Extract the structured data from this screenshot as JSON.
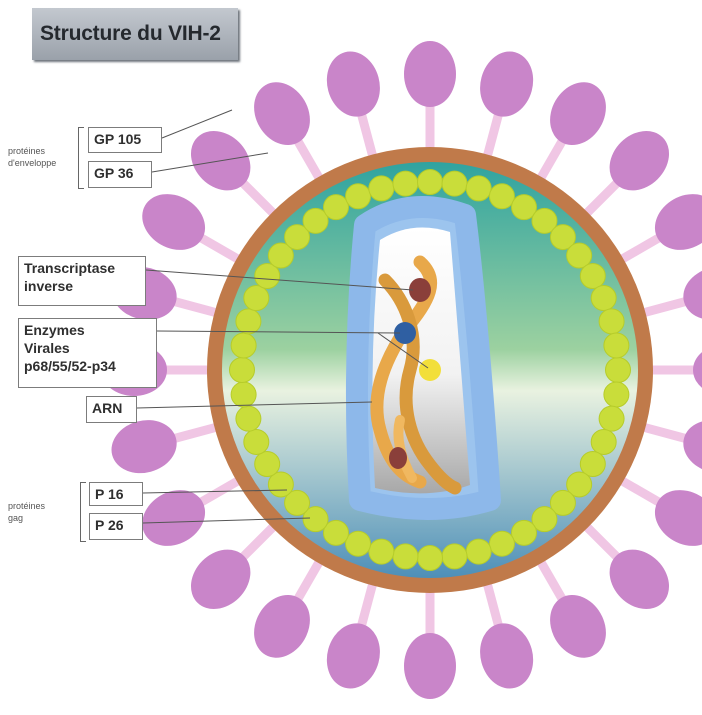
{
  "title": "Structure du VIH-2",
  "groups": {
    "envelope": [
      "protéines",
      "d'enveloppe"
    ],
    "gag": [
      "protéines",
      "gag"
    ]
  },
  "labels": {
    "gp105": "GP 105",
    "gp36": "GP 36",
    "rt": [
      "Transcriptase",
      "inverse"
    ],
    "enzymes": [
      "Enzymes",
      "Virales",
      "p68/55/52-p34"
    ],
    "arn": "ARN",
    "p16": "P 16",
    "p26": "P 26"
  },
  "colors": {
    "spike_head": "#c985c9",
    "spike_stalk": "#f0c6e4",
    "envelope_ring": "#c07a4a",
    "matrix_bead": "#c9dd3a",
    "capsid": "#9cc4ee",
    "rna_strand": "#e8a84a",
    "enzyme_dark_red": "#8a3f3a",
    "enzyme_blue": "#2f5fa2",
    "enzyme_yellow": "#f2df3a"
  }
}
